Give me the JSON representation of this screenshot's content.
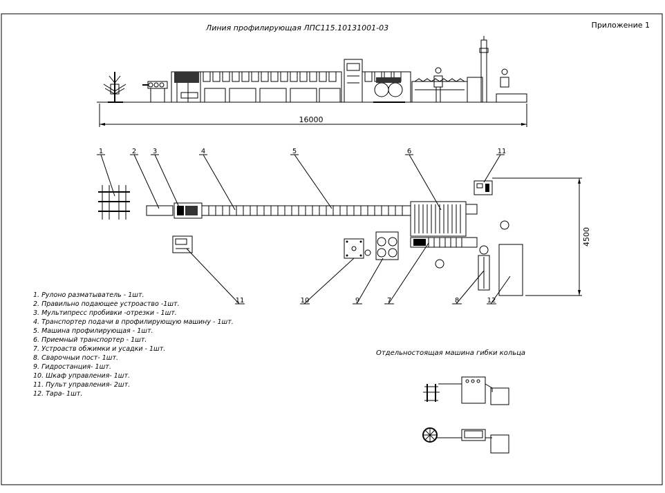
{
  "sheet": {
    "title": "Линия профилирующая ЛПС115.10131001-03",
    "appendix": "Приложение 1",
    "overall_length": "16000",
    "overall_width": "4500",
    "callouts": [
      "1",
      "2",
      "3",
      "4",
      "5",
      "6",
      "11",
      "11",
      "10",
      "9",
      "7",
      "8",
      "12"
    ]
  },
  "legend": {
    "items": [
      "1. Рулоно разматыватель - 1шт.",
      "2. Правильно подающее устроаство -1шт.",
      "3. Мультипресс пробивки -отрезки  - 1шт.",
      "4. Транспортер подачи в профилирующую машину - 1шт.",
      "5. Машина профилирующая - 1шт.",
      "6. Приемный транспортер - 1шт.",
      "7. Устроаств обжимки и усадки - 1шт.",
      "8. Сварочныи пост- 1шт.",
      "9. Гидростанция- 1шт.",
      "10. Шкаф управления- 1шт.",
      "11. Пульт управления- 2шт.",
      "12. Тара- 1шт."
    ]
  },
  "ring_machine": {
    "title": "Отдельностоящая машина гибки кольца"
  }
}
